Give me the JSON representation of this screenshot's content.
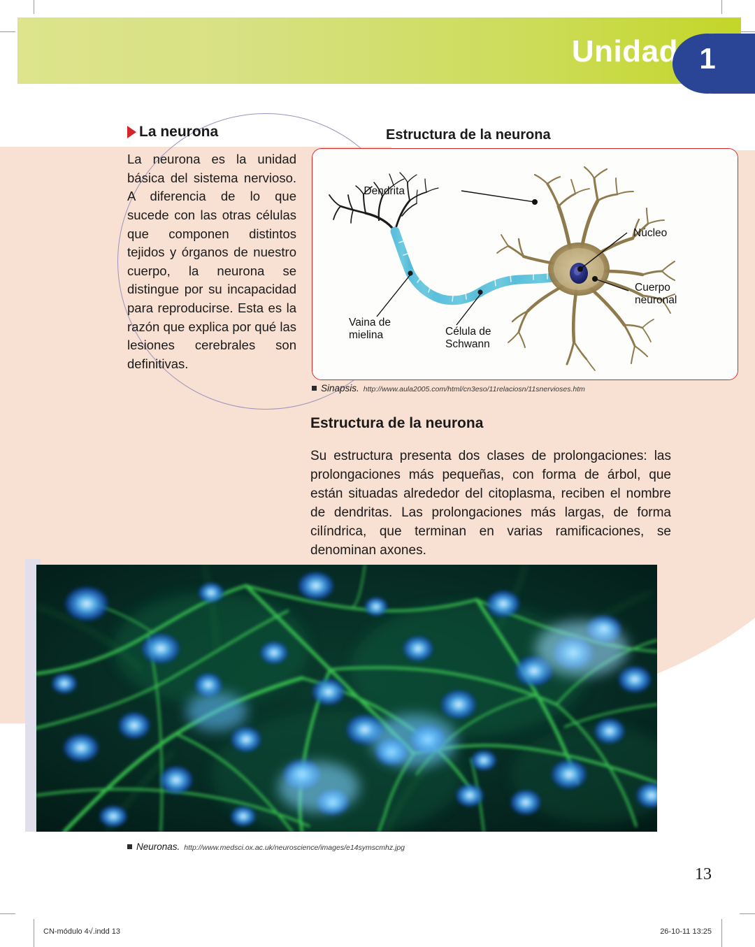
{
  "header": {
    "title": "Unidad",
    "unit_number": "1",
    "band_color_left": "#dde48c",
    "band_color_right": "#c3d628",
    "badge_color": "#2a4496"
  },
  "left_column": {
    "heading": "La neurona",
    "bullet_icon": "red-triangle-icon",
    "bullet_color": "#d4252b",
    "paragraph": "La neurona es la unidad básica del sistema nervioso. A diferencia de lo que sucede con las otras células que componen distintos tejidos y órganos de nuestro cuerpo, la neurona se distingue por su incapacidad para reproducirse. Esta es la razón que explica por qué las lesiones cerebrales son definitivas."
  },
  "figure": {
    "heading": "Estructura de la neurona",
    "border_color": "#d4252b",
    "labels": {
      "dendrita": "Dendrita",
      "nucleo": "Núcleo",
      "cuerpo_neuronal": "Cuerpo\nneuronal",
      "cuerpo_neuronal_line1": "Cuerpo",
      "cuerpo_neuronal_line2": "neuronal",
      "vaina_line1": "Vaina de",
      "vaina_line2": "mielina",
      "celula_line1": "Célula de",
      "celula_line2": "Schwann"
    },
    "caption": {
      "title": "Sinapsis.",
      "url": "http://www.aula2005.com/html/cn3eso/11relaciosn/11snervioses.htm"
    }
  },
  "section_two": {
    "heading": "Estructura de la neurona",
    "paragraph": "Su estructura presenta dos clases de prolongaciones: las prolongaciones más pequeñas, con forma de árbol, que están situadas alrededor del citoplasma, reciben el nombre de dendritas. Las prolongaciones más largas, de forma cilíndrica, que terminan en varias ramificaciones, se denominan axones."
  },
  "photo": {
    "alt_name": "neurons-fluorescence-micrograph",
    "caption": {
      "title": "Neuronas.",
      "url": "http://www.medsci.ox.ac.uk/neuroscience/images/e14symscmhz.jpg"
    }
  },
  "page": {
    "number": "13"
  },
  "footer": {
    "left": "CN-módulo 4√.indd   13",
    "right": "26-10-11   13:25"
  }
}
